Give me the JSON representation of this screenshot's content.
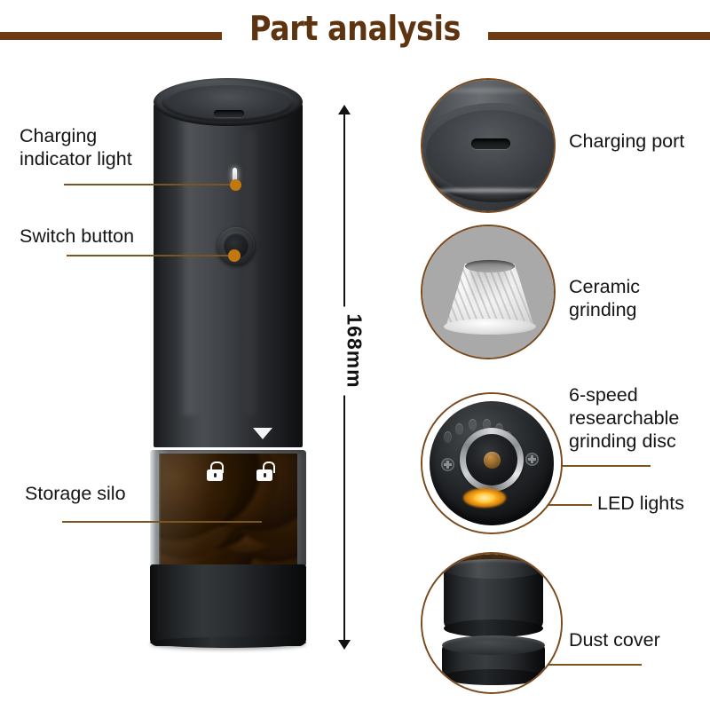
{
  "header": {
    "title": "Part analysis",
    "rule_color": "#6e3a12",
    "title_color": "#5e3310"
  },
  "theme": {
    "leader_line_color": "#7a5520",
    "leader_dot_color": "#c2780f",
    "inset_ring_color": "#7a4a1e",
    "label_text_color": "#141414",
    "background": "#ffffff"
  },
  "product": {
    "name": "electric pepper grinder",
    "dimension": {
      "label": "168mm",
      "orientation": "vertical",
      "arrows": "both-ends"
    },
    "markers": {
      "lock_closed_icon": "lock-closed-icon",
      "lock_open_icon": "lock-open-icon",
      "alignment_triangle": "triangle-marker"
    }
  },
  "callouts_left": [
    {
      "id": "charging-indicator-light",
      "label": "Charging\nindicator light",
      "dot": true
    },
    {
      "id": "switch-button",
      "label": "Switch button",
      "dot": true
    },
    {
      "id": "storage-silo",
      "label": "Storage silo",
      "dot": false
    }
  ],
  "callouts_right": [
    {
      "id": "charging-port",
      "label": "Charging port",
      "dot": false
    },
    {
      "id": "ceramic-grinding",
      "label": "Ceramic\ngrinding",
      "dot": false
    },
    {
      "id": "grinding-disc",
      "label": "6-speed\nresearchable\ngrinding disc",
      "dot": true
    },
    {
      "id": "led-lights",
      "label": "LED lights",
      "dot": true
    },
    {
      "id": "dust-cover",
      "label": "Dust cover",
      "dot": true
    }
  ],
  "insets": [
    {
      "id": "charging-port-inset",
      "depicts": "usb-c-charging-port-closeup"
    },
    {
      "id": "ceramic-grinding-inset",
      "depicts": "ceramic-conical-burr"
    },
    {
      "id": "grinding-disc-inset",
      "depicts": "six-speed-adjustable-grinding-disc-with-led"
    },
    {
      "id": "dust-cover-inset",
      "depicts": "removable-dust-cover"
    }
  ]
}
